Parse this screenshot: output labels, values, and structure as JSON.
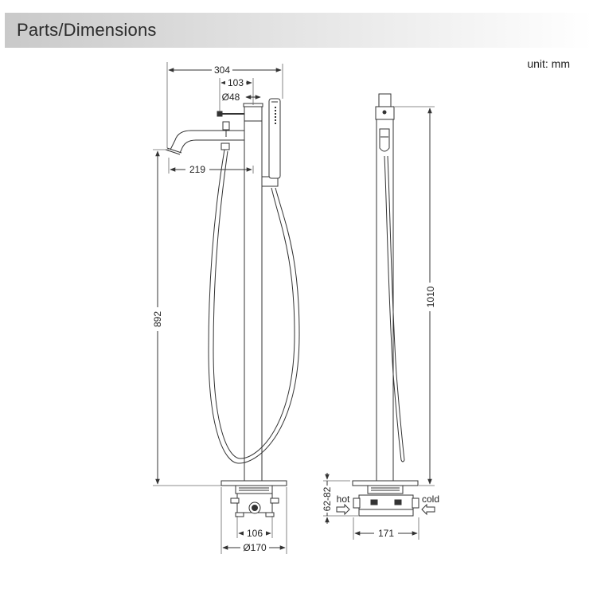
{
  "header": {
    "title": "Parts/Dimensions"
  },
  "unit_label": "unit: mm",
  "front_view": {
    "dim_total_width": "304",
    "dim_handle_offset": "103",
    "dim_handle_diameter": "Ø48",
    "dim_spout_reach": "219",
    "dim_spout_height": "892",
    "dim_box_width": "106",
    "dim_base_diameter": "Ø170"
  },
  "side_view": {
    "dim_total_height": "1010",
    "dim_floor_depth": "62-82",
    "dim_box_width": "171",
    "label_hot": "hot",
    "label_cold": "cold"
  }
}
